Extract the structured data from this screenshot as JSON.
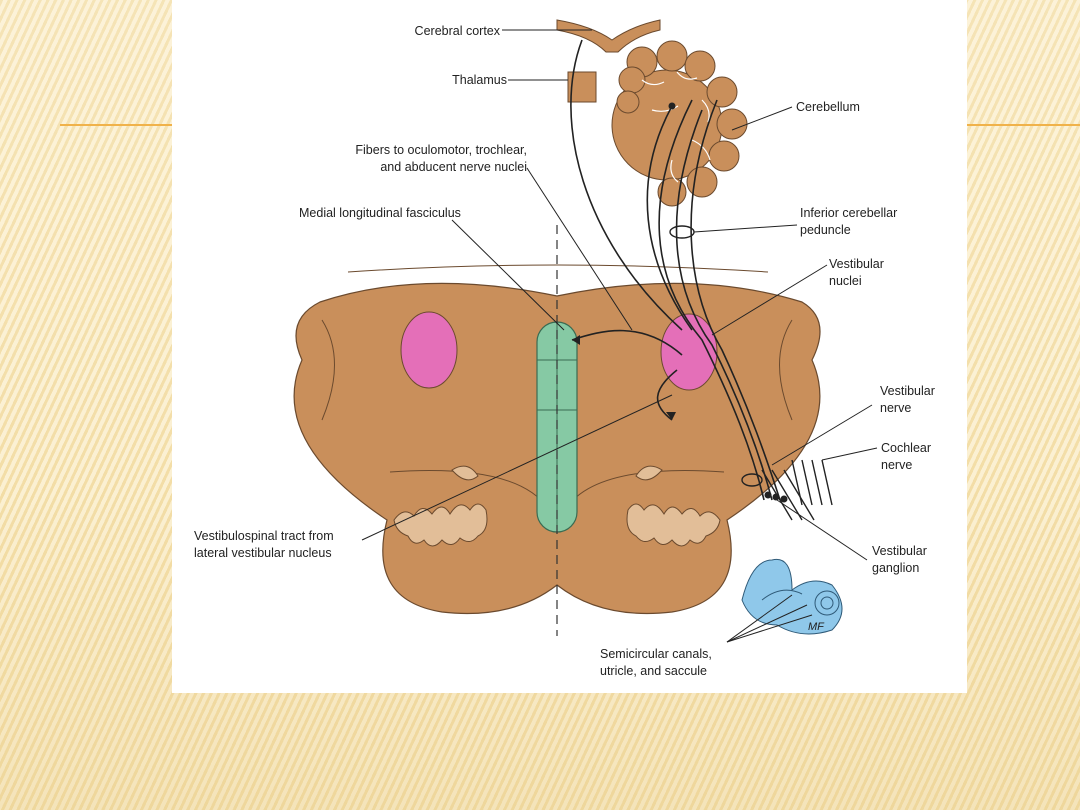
{
  "labels": {
    "cerebral_cortex": "Cerebral cortex",
    "thalamus": "Thalamus",
    "cerebellum": "Cerebellum",
    "fibers_1": "Fibers to oculomotor, trochlear,",
    "fibers_2": "and abducent nerve nuclei",
    "mlf": "Medial longitudinal fasciculus",
    "icp_1": "Inferior cerebellar",
    "icp_2": "peduncle",
    "vn_1": "Vestibular",
    "vn_2": "nuclei",
    "vnerve_1": "Vestibular",
    "vnerve_2": "nerve",
    "cochlear_1": "Cochlear",
    "cochlear_2": "nerve",
    "vst_1": "Vestibulospinal tract from",
    "vst_2": "lateral vestibular nucleus",
    "vg_1": "Vestibular",
    "vg_2": "ganglion",
    "sc_1": "Semicircular canals,",
    "sc_2": "utricle, and saccule",
    "signature": "MF"
  },
  "colors": {
    "tissue": "#c98f5b",
    "tissue_light": "#e2be98",
    "mlf_green": "#86c9a4",
    "nucleus_pink": "#e46fb8",
    "inner_ear_blue": "#8fc8ea"
  }
}
